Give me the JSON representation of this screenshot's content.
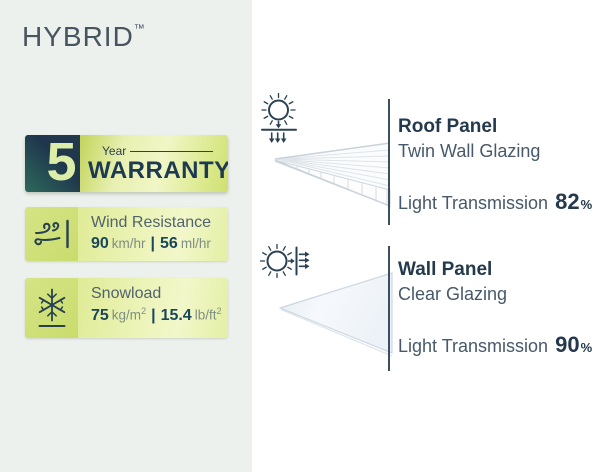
{
  "brand": {
    "title": "HYBRID",
    "trademark": "™"
  },
  "warranty_badge": {
    "number": "5",
    "year_label": "Year",
    "label": "WARRANTY"
  },
  "badges": {
    "wind": {
      "label": "Wind Resistance",
      "value1": "90",
      "unit1": "km/hr",
      "separator": "|",
      "value2": "56",
      "unit2": "ml/hr"
    },
    "snow": {
      "label": "Snowload",
      "value1": "75",
      "unit1_base": "kg/m",
      "unit1_sup": "2",
      "separator": "|",
      "value2": "15.4",
      "unit2_base": "lb/ft",
      "unit2_sup": "2"
    }
  },
  "panels": {
    "roof": {
      "title": "Roof Panel",
      "subtitle": "Twin Wall Glazing",
      "light_label": "Light Transmission",
      "light_value": "82",
      "light_unit": "%"
    },
    "wall": {
      "title": "Wall Panel",
      "subtitle": "Clear Glazing",
      "light_label": "Light Transmission",
      "light_value": "90",
      "light_unit": "%"
    }
  },
  "icons": {
    "wind": "wind-gust-icon",
    "snow": "snowflake-icon",
    "roof_light": "sun-rays-down-through-roof-icon",
    "wall_light": "sun-rays-through-wall-icon"
  },
  "colors": {
    "left_panel_bg": "#edf1ee",
    "page_bg": "#ffffff",
    "badge_dark_navy": "#20374e",
    "badge_teal": "#2e6a5c",
    "badge_lime_light": "#f1f6c6",
    "badge_lime": "#c2d45a",
    "number_5_green": "#dcedaa",
    "body_text_slate": "#47596a",
    "heading_text": "#24394c",
    "number_text": "#19475a",
    "unit_text": "#7e8e81",
    "divider_line": "#3d4f5c",
    "icon_stroke": "#27414f"
  }
}
